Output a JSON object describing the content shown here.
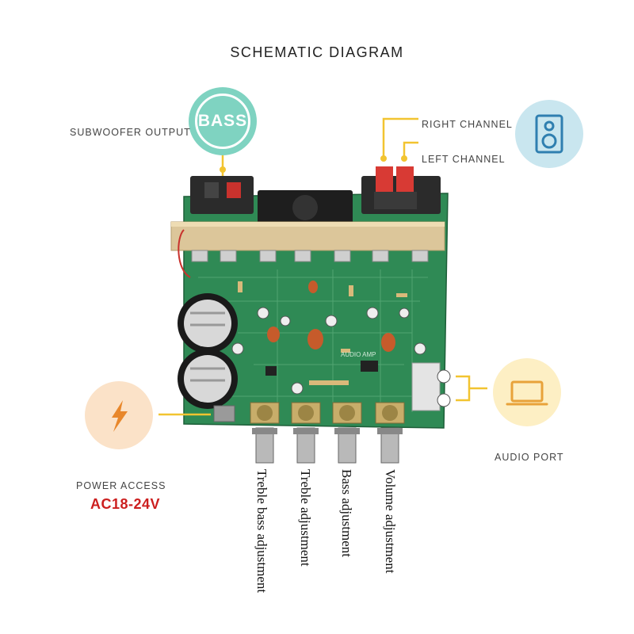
{
  "title": "SCHEMATIC DIAGRAM",
  "labels": {
    "subwoofer": "SUBWOOFER OUTPUT",
    "right_channel": "RIGHT CHANNEL",
    "left_channel": "LEFT CHANNEL",
    "power_access": "POWER ACCESS",
    "power_voltage": "AC18-24V",
    "audio_port": "AUDIO PORT"
  },
  "bass_badge": "BASS",
  "knobs": [
    "Treble bass adjustment",
    "Treble adjustment",
    "Bass adjustment",
    "Volume adjustment"
  ],
  "board_text": "AUDIO AMP",
  "icons": {
    "bass": "bass-badge-icon",
    "speaker": "speaker-icon",
    "power": "lightning-bolt-icon",
    "laptop": "laptop-icon"
  },
  "colors": {
    "accent_line": "#f2c430",
    "board": "#2f8a55",
    "bass_circle": "#7fd3c1",
    "speaker_circle": "#c9e6ef",
    "power_circle": "#fbe2c8",
    "laptop_circle": "#fdefc4",
    "voltage": "#cc1f1f"
  }
}
